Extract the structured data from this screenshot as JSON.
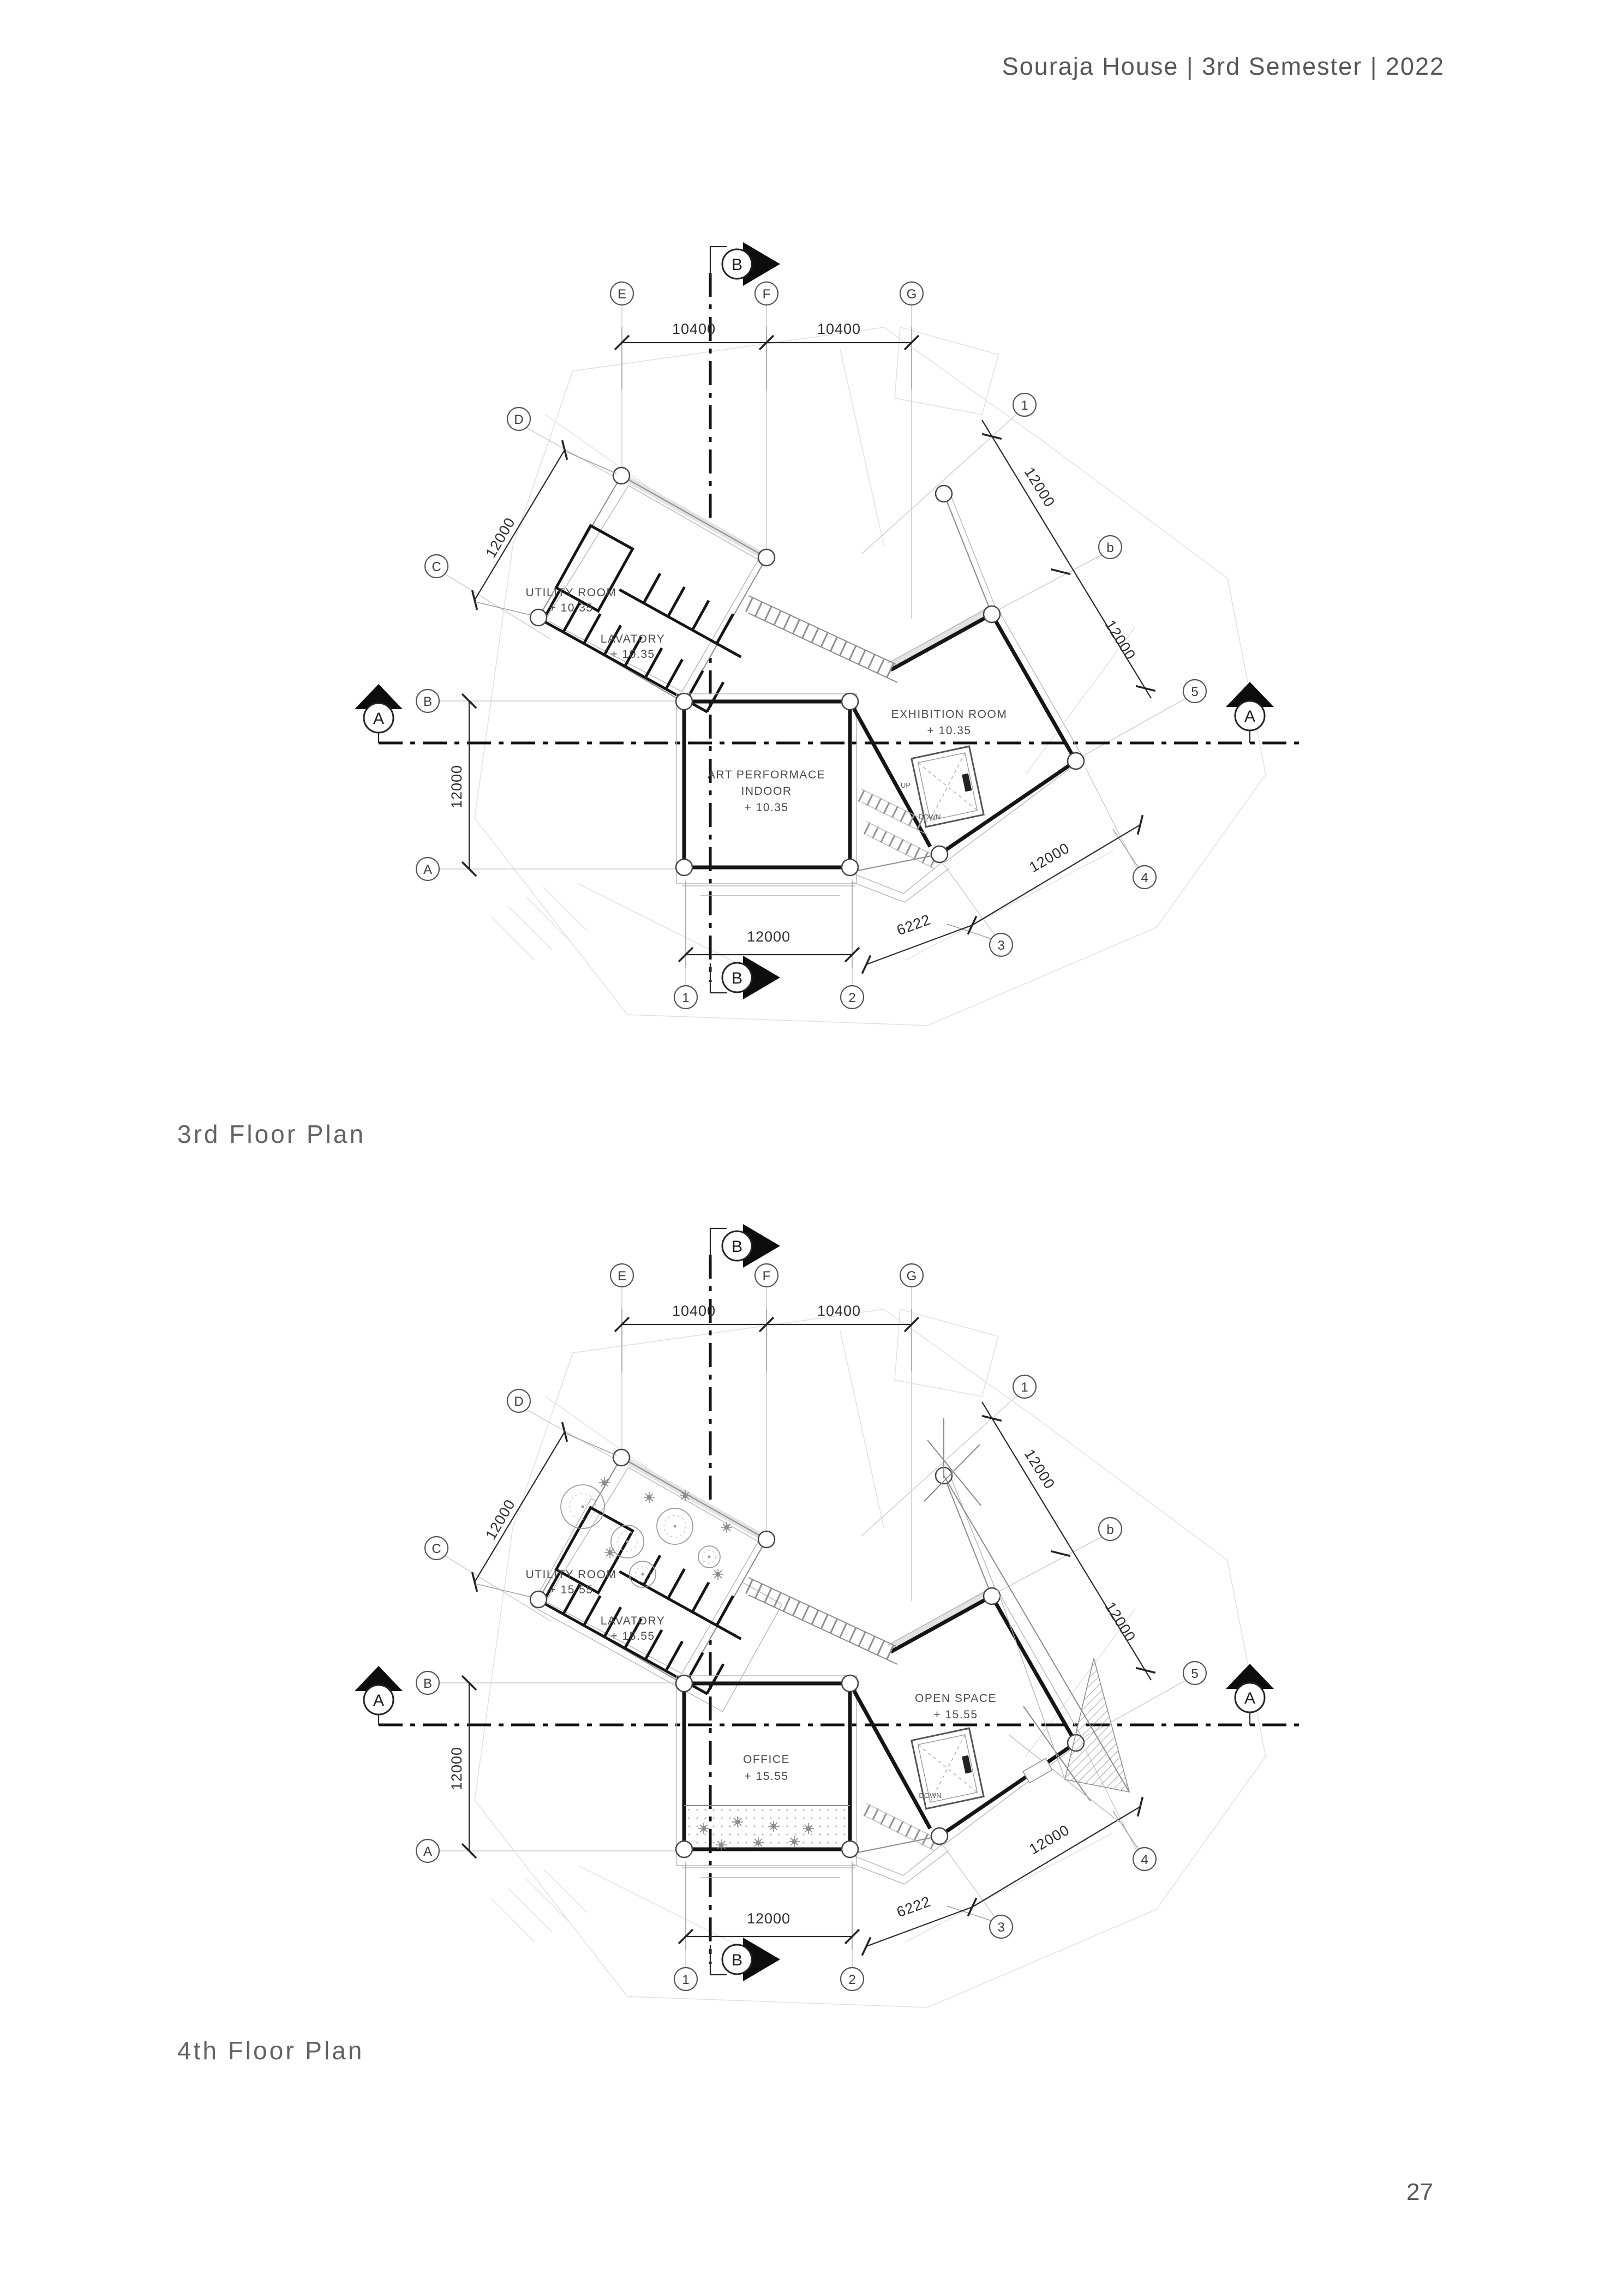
{
  "header": {
    "title": "Souraja House | 3rd Semester | 2022"
  },
  "footer": {
    "page_number": "27"
  },
  "plan_shared": {
    "grid": {
      "e": "E",
      "f": "F",
      "g": "G",
      "d": "D",
      "c": "C",
      "row_b": "B",
      "row_a": "A",
      "n1": "1",
      "n2": "2",
      "n3": "3",
      "n4": "4",
      "n5": "5",
      "diag_b": "b"
    },
    "sections": {
      "a": "A",
      "b": "B"
    },
    "dims": {
      "bay": "10400",
      "module": "12000",
      "edge": "6222"
    }
  },
  "plans": [
    {
      "caption": "3rd Floor Plan",
      "rooms": {
        "utility": "UTILITY ROOM",
        "utility_level": "+ 10.35",
        "lavatory": "LAVATORY",
        "lavatory_level": "+ 10.35",
        "main_l1": "ART PERFORMACE",
        "main_l2": "INDOOR",
        "main_level": "+ 10.35",
        "hall": "EXHIBITION ROOM",
        "hall_level": "+ 10.35"
      },
      "stairs": {
        "up": "UP",
        "down": "DOWN"
      }
    },
    {
      "caption": "4th Floor Plan",
      "rooms": {
        "utility": "UTILITY ROOM",
        "utility_level": "+ 15.55",
        "lavatory": "LAVATORY",
        "lavatory_level": "+ 15.55",
        "main_l1": "OFFICE",
        "main_level": "+ 15.55",
        "hall": "OPEN SPACE",
        "hall_level": "+ 15.55"
      },
      "stairs": {
        "down": "DOWN"
      }
    }
  ]
}
